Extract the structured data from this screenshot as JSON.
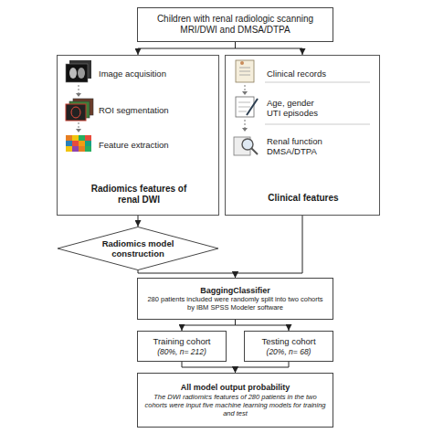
{
  "diagram": {
    "nodes": [
      {
        "text": [
          "Children with renal radiologic scanning MRI/DWI and DMSA/DTPA"
        ]
      },
      {
        "text": [
          "Image acquisition",
          "ROI segmentation",
          "Feature extraction",
          "Radiomics features of renal DWI"
        ]
      },
      {
        "text": [
          "Clinical records",
          "Age, gender UTI episodes",
          "Renal function DMSA/DTPA",
          "Clinical features"
        ]
      },
      {
        "text": [
          "Radiomics model construction"
        ]
      },
      {
        "text": [
          "BaggingClassifier",
          "280 patients included were randomly split into two cohorts by IBM SPSS Modeler software"
        ]
      },
      {
        "text": [
          "Training cohort",
          "(80%, n= 212)"
        ]
      },
      {
        "text": [
          "Testing cohort",
          "(20%, n= 68)"
        ]
      },
      {
        "text": [
          "All model output probability",
          "The DWI radiomics features of 280 patients in the two cohorts were input five machine learning models for training and test"
        ]
      }
    ],
    "edges": [
      {
        "from": 0,
        "to": 1,
        "arrow": "to"
      },
      {
        "from": 0,
        "to": 2,
        "arrow": "to"
      },
      {
        "from": 1,
        "to": 3,
        "arrow": "to"
      },
      {
        "from": 3,
        "to": 4,
        "arrow": "to"
      },
      {
        "from": 2,
        "to": 4,
        "arrow": "to"
      },
      {
        "from": 4,
        "to": 5,
        "arrow": "to"
      },
      {
        "from": 4,
        "to": 6,
        "arrow": "to"
      },
      {
        "from": 5,
        "to": 7,
        "arrow": "to"
      },
      {
        "from": 6,
        "to": 7,
        "arrow": "to"
      }
    ]
  }
}
